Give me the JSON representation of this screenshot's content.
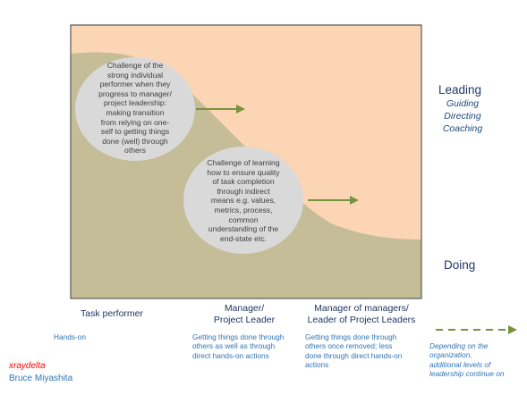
{
  "right_labels": {
    "leading": "Leading",
    "leading_sub": [
      "Guiding",
      "Directing",
      "Coaching"
    ],
    "doing": "Doing"
  },
  "bubbles": [
    {
      "lines": [
        "Challenge of the",
        "strong individual",
        "performer when they",
        "progress to manager/",
        "project leadership:",
        "making transition",
        "from relying on one-",
        "self to getting things",
        "done (well) through",
        "others"
      ]
    },
    {
      "lines": [
        "Challenge of learning",
        "how to ensure quality",
        "of task completion",
        "through indirect",
        "means e.g. values,",
        "metrics, process,",
        "common",
        "understanding of the",
        "end-state etc."
      ]
    }
  ],
  "roles": [
    {
      "lines": [
        "Task performer"
      ],
      "desc": [
        "Hands-on"
      ]
    },
    {
      "lines": [
        "Manager/",
        "Project Leader"
      ],
      "desc": [
        "Getting things done through",
        "others as well as through",
        "direct hands-on actions"
      ]
    },
    {
      "lines": [
        "Manager of managers/",
        "Leader of Project Leaders"
      ],
      "desc": [
        "Getting things done through",
        "others once removed;  less",
        "done through direct hands-on",
        "actions"
      ]
    }
  ],
  "continuation_note": [
    "Depending on the",
    "organization,",
    "additional levels of",
    "leadership continue on"
  ],
  "credits": {
    "brand": "xraydelta",
    "author": "Bruce Miyashita"
  },
  "colors": {
    "leading_area": "#fcd5b5",
    "doing_area": "#c4bd97",
    "bubble": "#d9d9d9",
    "arrow": "#77933c",
    "brand_red": "#ff0000",
    "blue_text": "#2e75b6"
  }
}
